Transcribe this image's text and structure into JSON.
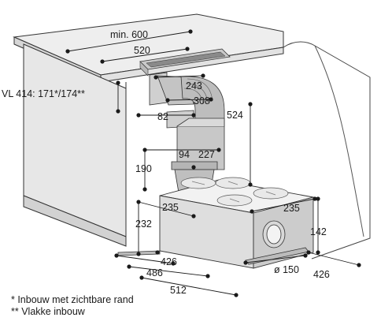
{
  "dimensions": {
    "min_width": "min. 600",
    "cutout_width": "520",
    "vl414_heights": "VL 414: 171*/174**",
    "duct_243": "243",
    "duct_308": "308",
    "duct_82": "82",
    "duct_524": "524",
    "duct_94": "94",
    "duct_227": "227",
    "duct_190": "190",
    "box_235_left": "235",
    "box_235_right": "235",
    "box_232": "232",
    "box_142": "142",
    "base_426": "426",
    "base_486": "486",
    "base_512": "512",
    "outlet_diameter": "ø 150",
    "side_426": "426"
  },
  "legend": {
    "single_star": "*   Inbouw met zichtbare rand",
    "double_star": "** Vlakke inbouw"
  }
}
